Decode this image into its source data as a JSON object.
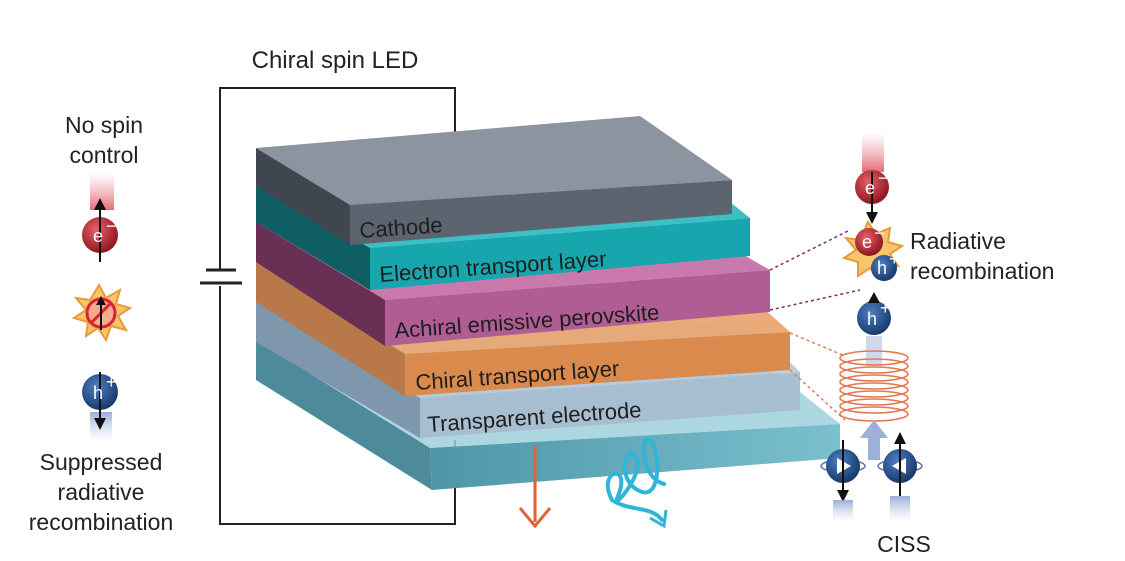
{
  "title": "Chiral spin LED",
  "left_panel": {
    "top_label_line1": "No spin",
    "top_label_line2": "control",
    "electron_symbol": "e",
    "electron_sup": "−",
    "hole_symbol": "h",
    "hole_sup": "+",
    "bottom_label_line1": "Suppressed",
    "bottom_label_line2": "radiative",
    "bottom_label_line3": "recombination"
  },
  "layers": {
    "cathode": "Cathode",
    "etl": "Electron transport layer",
    "perovskite": "Achiral emissive perovskite",
    "chiral": "Chiral transport layer",
    "electrode": "Transparent electrode"
  },
  "right_panel": {
    "recomb_line1": "Radiative",
    "recomb_line2": "recombination",
    "electron_symbol": "e",
    "electron_sup": "−",
    "hole_symbol": "h",
    "hole_sup": "+",
    "ciss_label": "CISS"
  },
  "colors": {
    "cathode_top": "#7d8794",
    "cathode_front": "#5f6873",
    "etl": "#1aa3aa",
    "perovskite": "#b05a92",
    "chiral": "#d9894a",
    "electrode": "#9fb4c8",
    "substrate": "#6fb3c3",
    "electron": "#b51e2b",
    "hole": "#1f4e8c",
    "light_arrow": "#e0633a",
    "helix_light": "#2fb6d6"
  }
}
